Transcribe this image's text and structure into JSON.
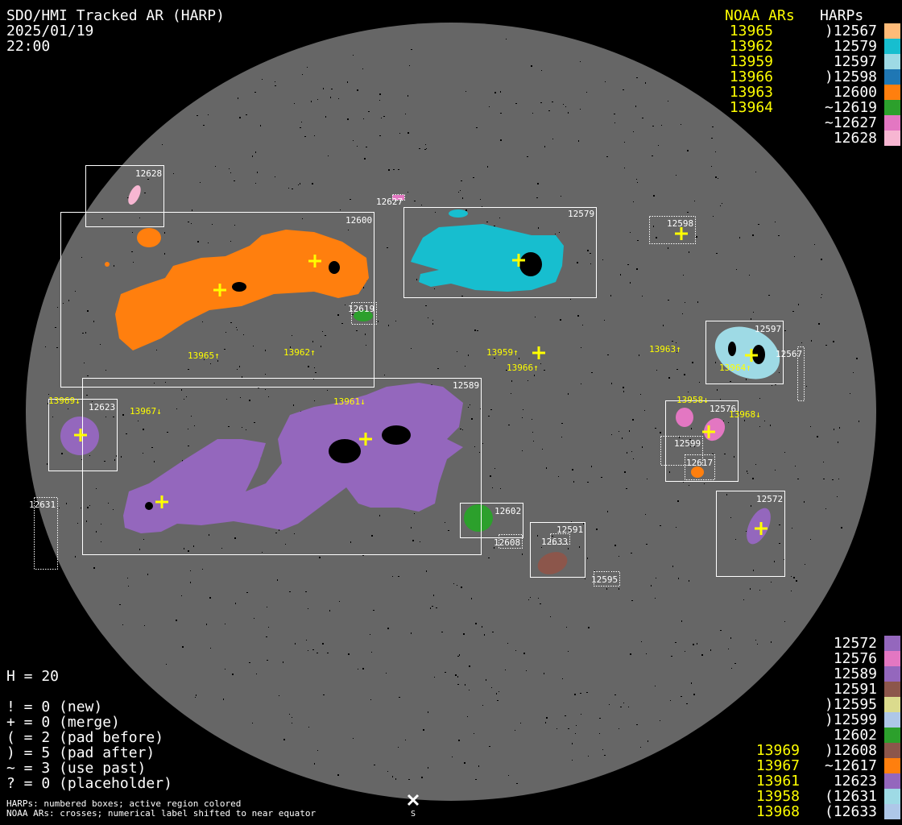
{
  "header": {
    "title": "SDO/HMI Tracked AR (HARP)",
    "date": "2025/01/19",
    "time": "22:00"
  },
  "legend_top": {
    "noaa_header": "NOAA ARs",
    "harp_header": "HARPs",
    "noaa": [
      "13965",
      "13962",
      "13959",
      "13966",
      "13963",
      "13964"
    ],
    "harps": [
      {
        "label": ")12567",
        "color": "#ffbb78"
      },
      {
        "label": "12579",
        "color": "#17becf"
      },
      {
        "label": "12597",
        "color": "#9edae5"
      },
      {
        "label": ")12598",
        "color": "#1f77b4"
      },
      {
        "label": "12600",
        "color": "#ff7f0e"
      },
      {
        "label": "~12619",
        "color": "#2ca02c"
      },
      {
        "label": "~12627",
        "color": "#e377c2"
      },
      {
        "label": "12628",
        "color": "#f7b6d2"
      }
    ]
  },
  "legend_bottom": {
    "noaa": [
      "",
      "",
      "",
      "",
      "",
      "",
      "",
      "13969",
      "13967",
      "13961",
      "13958",
      "13968"
    ],
    "harps": [
      {
        "label": "12572",
        "color": "#9467bd"
      },
      {
        "label": "12576",
        "color": "#e377c2"
      },
      {
        "label": "12589",
        "color": "#9467bd"
      },
      {
        "label": "12591",
        "color": "#8c564b"
      },
      {
        "label": ")12595",
        "color": "#dbdb8d"
      },
      {
        "label": ")12599",
        "color": "#aec7e8"
      },
      {
        "label": "12602",
        "color": "#2ca02c"
      },
      {
        "label": ")12608",
        "color": "#8c564b"
      },
      {
        "label": "~12617",
        "color": "#ff7f0e"
      },
      {
        "label": "12623",
        "color": "#9467bd"
      },
      {
        "label": "(12631",
        "color": "#9edae5"
      },
      {
        "label": "(12633",
        "color": "#aec7e8"
      }
    ]
  },
  "stats": {
    "h_line": "H = 20",
    "flags": [
      "! = 0 (new)",
      "+ = 0 (merge)",
      "( = 2 (pad before)",
      ") = 5 (pad after)",
      "~ = 3 (use past)",
      "? = 0 (placeholder)"
    ]
  },
  "footnote": [
    "HARPs: numbered boxes; active region colored",
    "NOAA ARs: crosses; numerical label shifted to near equator"
  ],
  "harp_boxes": [
    "12628",
    "12600",
    "12627",
    "12579",
    "12598",
    "12619",
    "12597",
    "12567",
    "12589",
    "12623",
    "12576",
    "12599",
    "12617",
    "12572",
    "12631",
    "12602",
    "12608",
    "12591",
    "12633",
    "12595"
  ],
  "noaa_labels": [
    "13965↑",
    "13962↑",
    "13959↑",
    "13966↑",
    "13963↑",
    "13964↑",
    "13969↓",
    "13967↓",
    "13961↓",
    "13958↓",
    "13968↓"
  ],
  "compass": {
    "label": "S"
  },
  "colors": {
    "disk": "#666666",
    "noaa": "#ffff00",
    "box": "#ffffff"
  }
}
